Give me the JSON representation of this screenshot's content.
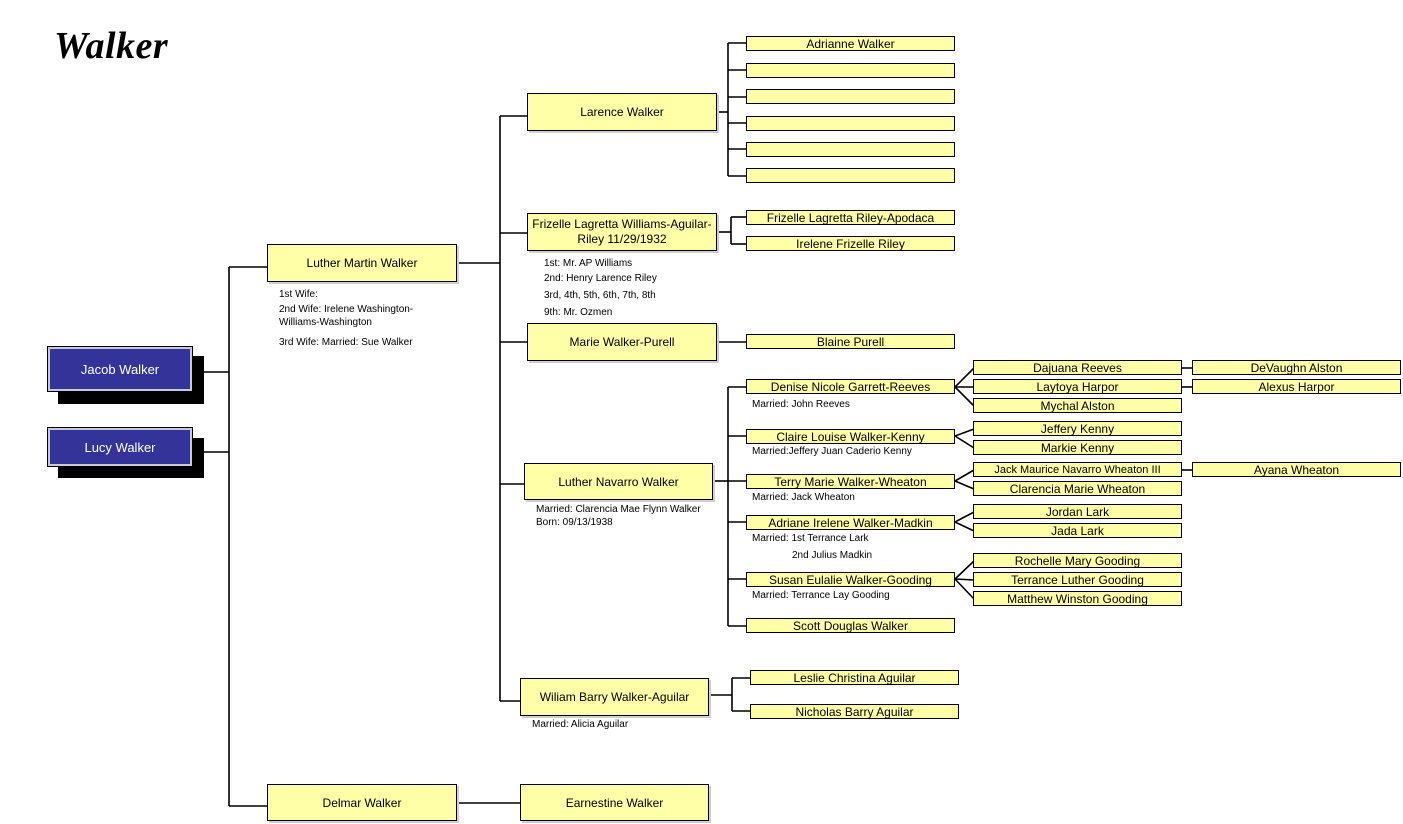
{
  "title": "Walker",
  "roots": [
    "Jacob Walker",
    "Lucy Walker"
  ],
  "gen1": {
    "luther_martin": "Luther Martin Walker",
    "luther_martin_notes": [
      "1st Wife:",
      "2nd Wife:  Irelene Washington-",
      "Williams-Washington",
      "3rd Wife:  Married: Sue Walker"
    ],
    "delmar": "Delmar Walker"
  },
  "gen2": {
    "larence": "Larence Walker",
    "frizelle": "Frizelle Lagretta Williams-Aguilar-Riley  11/29/1932",
    "frizelle_notes": [
      "1st:   Mr. AP Williams",
      "2nd:   Henry Larence Riley",
      "3rd, 4th, 5th, 6th, 7th, 8th",
      "9th:   Mr. Ozmen"
    ],
    "marie": "Marie Walker-Purell",
    "luther_navarro": "Luther Navarro Walker",
    "luther_navarro_notes": [
      "Married: Clarencia Mae Flynn Walker",
      "Born: 09/13/1938"
    ],
    "william": "Wiliam Barry Walker-Aguilar",
    "william_notes": [
      "Married: Alicia Aguilar"
    ],
    "earnestine": "Earnestine Walker"
  },
  "gen3": {
    "larence_children": [
      "Adrianne Walker",
      "",
      "",
      "",
      "",
      ""
    ],
    "frizelle_children": [
      "Frizelle Lagretta Riley-Apodaca",
      "Irelene Frizelle Riley"
    ],
    "marie_children": [
      "Blaine Purell"
    ],
    "denise": "Denise Nicole Garrett-Reeves",
    "denise_note": "Married: John Reeves",
    "claire": "Claire Louise Walker-Kenny",
    "claire_note": "Married:Jeffery Juan Caderio Kenny",
    "terry": "Terry Marie Walker-Wheaton",
    "terry_note": "Married: Jack Wheaton",
    "adriane": "Adriane Irelene Walker-Madkin",
    "adriane_notes": [
      "Married: 1st Terrance Lark",
      "2nd Julius Madkin"
    ],
    "susan": "Susan Eulalie Walker-Gooding",
    "susan_note": "Married: Terrance Lay Gooding",
    "scott": "Scott Douglas Walker",
    "william_children": [
      "Leslie Christina Aguilar",
      "Nicholas Barry Aguilar"
    ]
  },
  "gen4": {
    "denise_children": [
      "Dajuana Reeves",
      "Laytoya Harpor",
      "Mychal Alston"
    ],
    "claire_children": [
      "Jeffery Kenny",
      "Markie Kenny"
    ],
    "terry_children": [
      "Jack Maurice Navarro Wheaton III",
      "Clarencia Marie Wheaton"
    ],
    "adriane_children": [
      "Jordan Lark",
      "Jada Lark"
    ],
    "susan_children": [
      "Rochelle Mary Gooding",
      "Terrance Luther Gooding",
      "Matthew Winston Gooding"
    ]
  },
  "gen5": {
    "dajuana_child": "DeVaughn Alston",
    "laytoya_child": "Alexus Harpor",
    "jack_child": "Ayana Wheaton"
  },
  "colors": {
    "box_fill": "#ffffa8",
    "root_fill": "#33339a",
    "root_text": "#ffffff",
    "line": "#000000"
  }
}
